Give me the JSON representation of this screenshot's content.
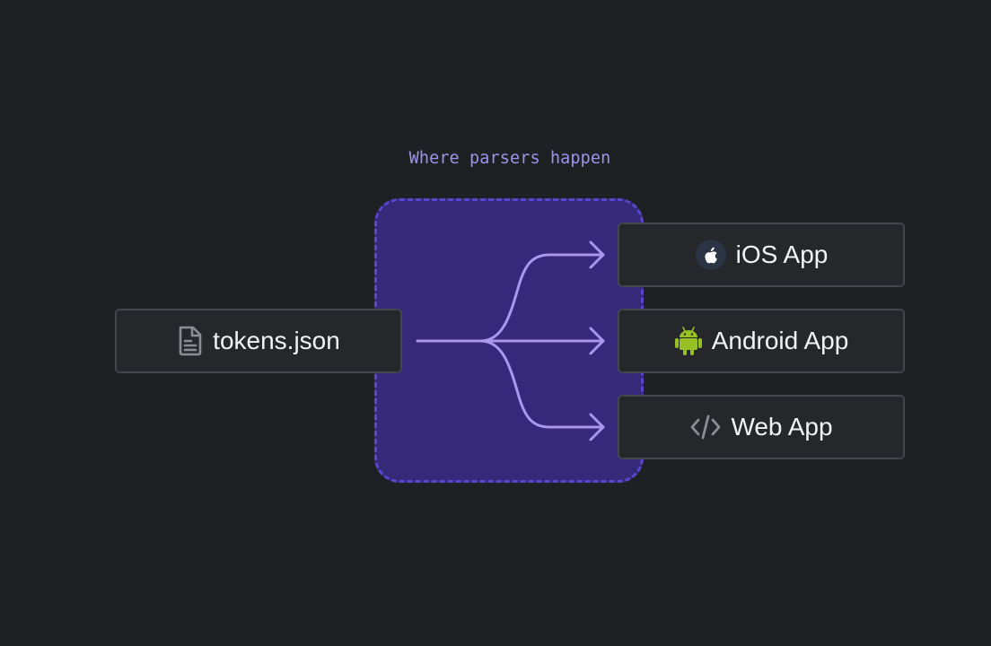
{
  "diagram": {
    "caption": "Where parsers happen",
    "source": {
      "label": "tokens.json",
      "icon": "document-icon"
    },
    "targets": [
      {
        "key": "ios",
        "label": "iOS App",
        "icon": "apple-icon"
      },
      {
        "key": "android",
        "label": "Android App",
        "icon": "android-icon"
      },
      {
        "key": "web",
        "label": "Web App",
        "icon": "code-icon"
      }
    ],
    "colors": {
      "background": "#1f2023",
      "zone_fill": "#37297a",
      "zone_border": "#5a46cd",
      "arrow": "#a898ee",
      "caption": "#a092ea",
      "card_fill": "#26272b",
      "card_border": "#45464b",
      "android_green": "#97c024"
    }
  }
}
